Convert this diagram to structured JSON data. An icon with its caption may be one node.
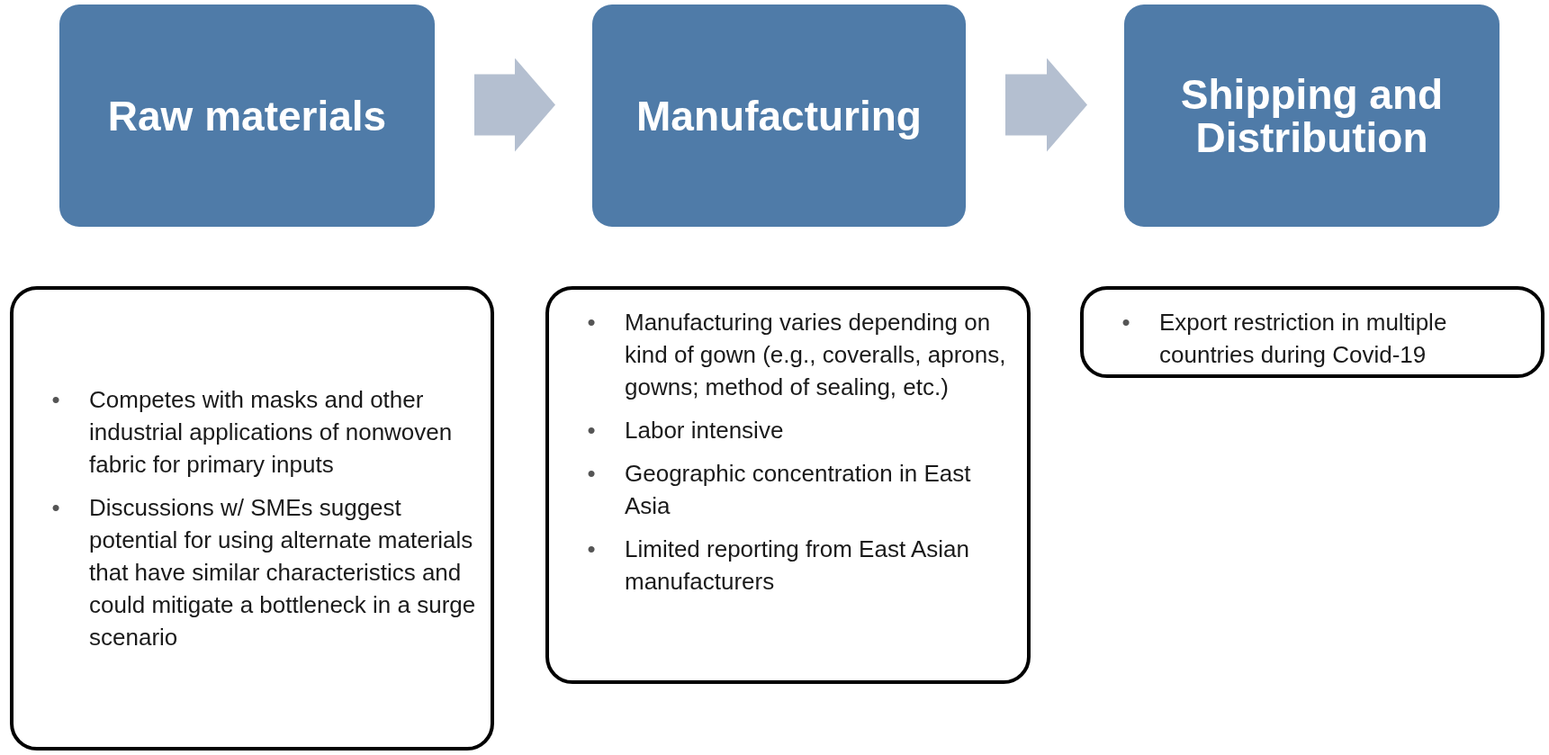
{
  "diagram": {
    "nodes": [
      {
        "text": [
          "Raw materials"
        ]
      },
      {
        "text": [
          "Manufacturing"
        ]
      },
      {
        "text": [
          "Shipping and Distribution"
        ]
      },
      {
        "text": [
          "•",
          "Competes with masks and other industrial applications of nonwoven fabric for primary inputs",
          "•",
          "Discussions w/ SMEs suggest potential for using alternate materials that have similar characteristics and could mitigate a bottleneck in a surge scenario"
        ]
      },
      {
        "text": [
          "•",
          "Manufacturing varies depending on kind of gown (e.g., coveralls, aprons, gowns; method of sealing, etc.)",
          "•",
          "Labor intensive",
          "•",
          "Geographic concentration in East Asia",
          "•",
          "Limited reporting from East Asian manufacturers"
        ]
      },
      {
        "text": [
          "•",
          "Export restriction in multiple countries during Covid-19"
        ]
      }
    ],
    "edges": [
      {
        "from": 0,
        "to": 1,
        "arrow": "to"
      },
      {
        "from": 1,
        "to": 2,
        "arrow": "to"
      }
    ]
  }
}
